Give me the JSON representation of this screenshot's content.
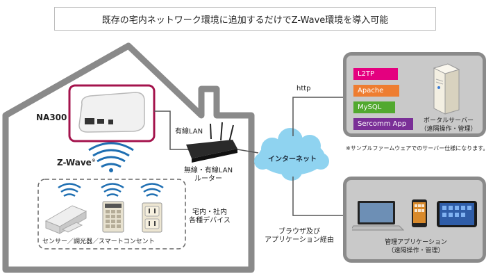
{
  "banner": {
    "text": "既存の宅内ネットワーク環境に追加するだけでZ-Wave環境を導入可能"
  },
  "house": {
    "device_name": "NA300",
    "zwave": "Z-Wave",
    "zwave_mark": "※",
    "wired_lan": "有線LAN",
    "router_line1": "無線・有線LAN",
    "router_line2": "ルーター",
    "home_line1": "宅内・社内",
    "home_line2": "各種デバイス",
    "devices_caption": "センサー／調光器／スマートコンセント"
  },
  "network": {
    "http": "http",
    "internet": "インターネット",
    "browser_line1": "ブラウザ及び",
    "browser_line2": "アプリケーション経由"
  },
  "server_panel": {
    "tags": [
      {
        "label": "L2TP",
        "color": "#e4007f"
      },
      {
        "label": "Apache",
        "color": "#ee7d31"
      },
      {
        "label": "MySQL",
        "color": "#52a92f"
      },
      {
        "label": "Sercomm App",
        "color": "#7a2f97"
      }
    ],
    "server_line1": "ポータルサーバー",
    "server_line2": "（遠隔操作・管理）",
    "note": "※サンプルファームウェアでのサーバー仕様になります。"
  },
  "app_panel": {
    "line1": "管理アプリケーション",
    "line2": "（遠隔操作・管理）"
  },
  "colors": {
    "accent": "#a4134c",
    "panel": "#c9c9c9",
    "panel_border": "#8a8a8a",
    "cloud": "#8fd3f0"
  }
}
